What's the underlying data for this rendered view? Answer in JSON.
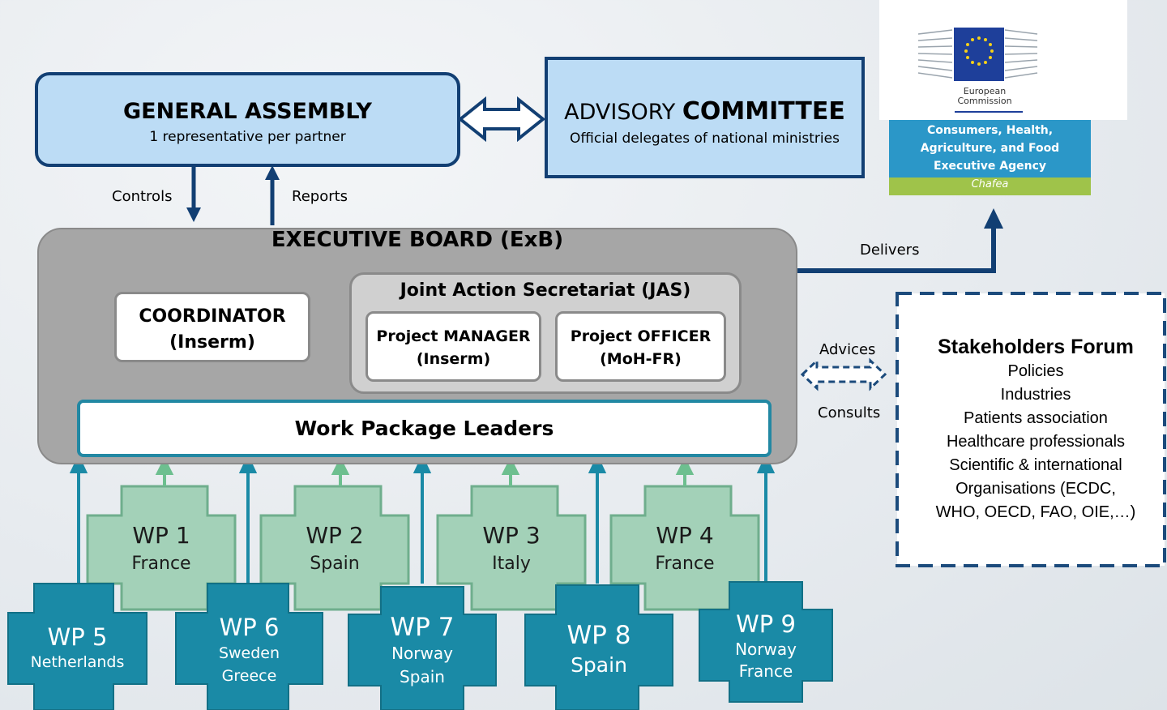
{
  "general_assembly": {
    "title": "GENERAL ASSEMBLY",
    "subtitle": "1 representative per partner"
  },
  "advisory_committee": {
    "title_part1": "ADVISORY ",
    "title_part2": "COMMITTEE",
    "subtitle": "Official delegates of national ministries"
  },
  "links": {
    "controls": "Controls",
    "reports": "Reports",
    "delivers": "Delivers",
    "advices": "Advices",
    "consults": "Consults"
  },
  "executive_board": {
    "title": "EXECUTIVE BOARD (ExB)",
    "coordinator": {
      "line1": "COORDINATOR",
      "line2": "(Inserm)"
    },
    "jas": {
      "title": "Joint Action Secretariat (JAS)",
      "manager": {
        "line1": "Project MANAGER",
        "line2": "(Inserm)"
      },
      "officer": {
        "line1": "Project OFFICER",
        "line2": "(MoH-FR)"
      }
    },
    "work_package_leaders": "Work Package Leaders"
  },
  "ec_logo": {
    "line1": "European",
    "line2": "Commission"
  },
  "chafea": {
    "line1": "Consumers, Health,",
    "line2": "Agriculture, and Food",
    "line3": "Executive Agency",
    "line4": "Chafea"
  },
  "stakeholders": {
    "title": "Stakeholders Forum",
    "items": [
      "Policies",
      "Industries",
      "Patients association",
      "Healthcare professionals",
      "Scientific & international",
      "Organisations (ECDC,",
      "WHO, OECD, FAO, OIE,…)"
    ]
  },
  "work_packages_green": [
    {
      "label": "WP 1",
      "countries": [
        "France"
      ]
    },
    {
      "label": "WP 2",
      "countries": [
        "Spain"
      ]
    },
    {
      "label": "WP 3",
      "countries": [
        "Italy"
      ]
    },
    {
      "label": "WP 4",
      "countries": [
        "France"
      ]
    }
  ],
  "work_packages_blue": [
    {
      "label": "WP 5",
      "countries": [
        "Netherlands"
      ]
    },
    {
      "label": "WP 6",
      "countries": [
        "Sweden",
        "Greece"
      ]
    },
    {
      "label": "WP 7",
      "countries": [
        "Norway",
        "Spain"
      ]
    },
    {
      "label": "WP 8",
      "countries": [
        "Spain"
      ]
    },
    {
      "label": "WP 9",
      "countries": [
        "Norway",
        "France"
      ]
    }
  ],
  "colors": {
    "dark_blue": "#123f73",
    "light_blue_box": "#bcdcf5",
    "teal": "#1a8aa6",
    "green_wp": "#a3d1b8",
    "green_border": "#6fae8d",
    "grey_exb": "#a6a6a6",
    "arrow_green": "#6dbf8f"
  }
}
